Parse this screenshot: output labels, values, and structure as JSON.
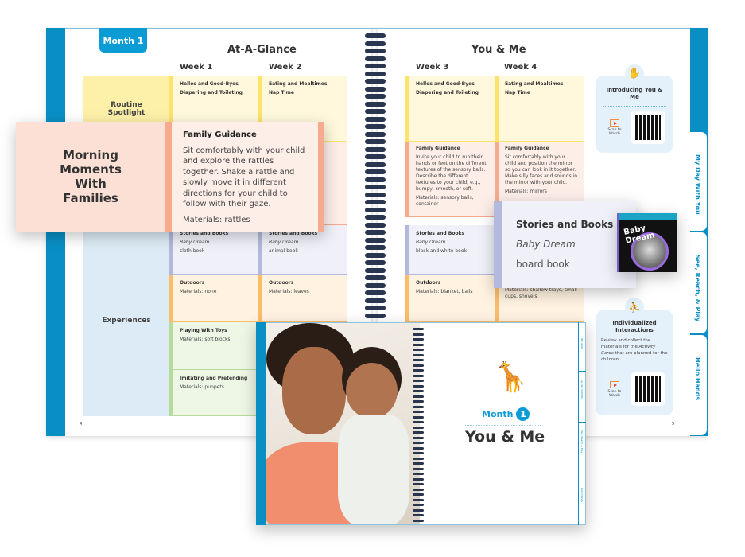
{
  "left_page": {
    "month_tab": "Month 1",
    "title": "At-A-Glance",
    "weeks": [
      "Week 1",
      "Week 2"
    ],
    "page_number": "4",
    "row_labels": {
      "routine": "Routine Spotlight",
      "experiences": "Experiences"
    },
    "routine": [
      {
        "l1": "Hellos and Good-Byes",
        "l2": "Diapering and Toileting"
      },
      {
        "l1": "Eating and Mealtimes",
        "l2": "Nap Time"
      }
    ],
    "stories": [
      {
        "h": "Stories and Books",
        "t": "Baby Dream",
        "m": "cloth book"
      },
      {
        "h": "Stories and Books",
        "t": "Baby Dream",
        "m": "animal book"
      }
    ],
    "outdoors": [
      {
        "h": "Outdoors",
        "m": "Materials: none"
      },
      {
        "h": "Outdoors",
        "m": "Materials: leaves"
      }
    ],
    "toys": {
      "h": "Playing With Toys",
      "m": "Materials: soft blocks"
    },
    "imitating": {
      "h": "Imitating and Pretending",
      "m": "Materials: puppets"
    }
  },
  "right_page": {
    "title": "You & Me",
    "weeks": [
      "Week 3",
      "Week 4"
    ],
    "page_number": "5",
    "routine": [
      {
        "l1": "Hellos and Good-Byes",
        "l2": "Diapering and Toileting"
      },
      {
        "l1": "Eating and Mealtimes",
        "l2": "Nap Time"
      }
    ],
    "guidance": [
      {
        "h": "Family Guidance",
        "t": "Invite your child to rub their hands or feet on the different textures of the sensory balls. Describe the different textures to your child, e.g., bumpy, smooth, or soft.",
        "m": "Materials: sensory balls, container"
      },
      {
        "h": "Family Guidance",
        "t": "Sit comfortably with your child and position the mirror so you can look in it together. Make silly faces and sounds in the mirror with your child.",
        "m": "Materials: mirrors"
      }
    ],
    "stories": {
      "h": "Stories and Books",
      "t": "Baby Dream",
      "m": "black and white book"
    },
    "outdoors": [
      {
        "h": "Outdoors",
        "m": "Materials: blanket, balls"
      },
      {
        "m": "Materials: shallow trays, small cups, shovels"
      }
    ],
    "card1": {
      "title": "Introducing You & Me",
      "scan": "Scan to Watch"
    },
    "card2": {
      "title": "Individualized Interactions",
      "body_pre": "Review and collect the materials for the ",
      "body_em": "Activity Cards",
      "body_post": " that are planned for the children.",
      "scan": "Scan to Watch"
    },
    "tabs": [
      "My Day With You",
      "See, Reach, & Play",
      "Hello Hands"
    ]
  },
  "overlay_family": {
    "label": "Morning Moments With Families",
    "heading": "Family Guidance",
    "text": "Sit comfortably with your child and explore the rattles together. Shake a rattle and slowly move it in different directions for your child to follow with their gaze.",
    "materials": "Materials: rattles"
  },
  "overlay_stories": {
    "heading": "Stories and Books",
    "title": "Baby Dream",
    "type": "board book",
    "cover_title": "Baby Dream"
  },
  "small_book": {
    "month_label": "Month",
    "month_number": "1",
    "title": "You & Me",
    "tabs": [
      "You & Me",
      "My Day With You",
      "See, Reach, & Play",
      "Hello Hands"
    ]
  },
  "colors": {
    "accent": "#0b9bd5",
    "routine": "#fff8dc",
    "guidance": "#fdeee8",
    "stories": "#eff0f8",
    "outdoors": "#fff2e0",
    "toys": "#eef6e6"
  }
}
